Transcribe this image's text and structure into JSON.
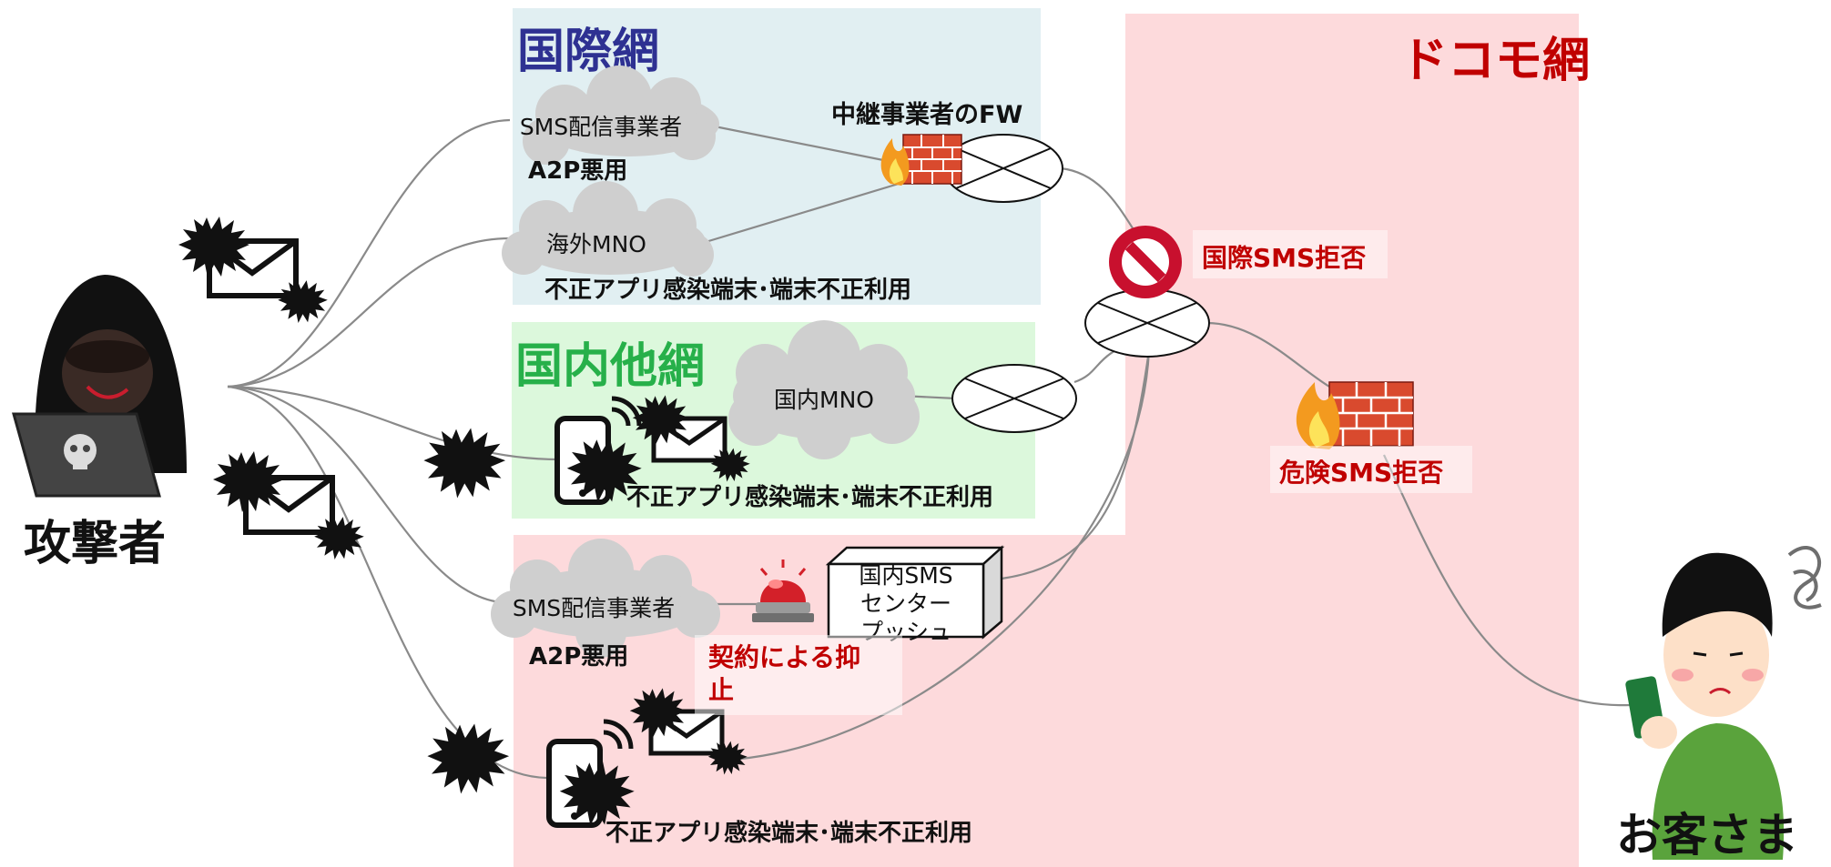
{
  "zones": {
    "international": {
      "title": "国際網",
      "color": "#2e3192",
      "bg": "#e1eff2"
    },
    "domestic_other": {
      "title": "国内他網",
      "color": "#27b04a",
      "bg": "#dcf8dc"
    },
    "docomo": {
      "title": "ドコモ網",
      "color": "#c00000",
      "bg": "#fddadc"
    }
  },
  "actors": {
    "attacker": "攻撃者",
    "customer": "お客さま"
  },
  "clouds": {
    "sms_vendor_intl": "SMS配信事業者",
    "overseas_mno": "海外MNO",
    "domestic_mno": "国内MNO",
    "sms_vendor_dom": "SMS配信事業者"
  },
  "captions": {
    "a2p_abuse_1": "A2P悪用",
    "relay_fw": "中継事業者のFW",
    "infected_1": "不正アプリ感染端末･端末不正利用",
    "infected_2": "不正アプリ感染端末･端末不正利用",
    "a2p_abuse_2": "A2P悪用",
    "infected_3": "不正アプリ感染端末･端末不正利用"
  },
  "sms_center": {
    "line1": "国内SMS",
    "line2": "センター",
    "line3": "プッシュ"
  },
  "callouts": {
    "intl_sms_reject": "国際SMS拒否",
    "danger_sms_reject": "危険SMS拒否",
    "contract_suppress": "契約による抑止"
  },
  "icons": [
    "hooded-hacker-icon",
    "laptop-skull-icon",
    "malicious-mail-icon",
    "virus-icon",
    "smartphone-infected-icon",
    "firewall-fire-icon",
    "exchange-node-icon",
    "no-entry-icon",
    "alarm-siren-icon",
    "confused-customer-icon"
  ]
}
